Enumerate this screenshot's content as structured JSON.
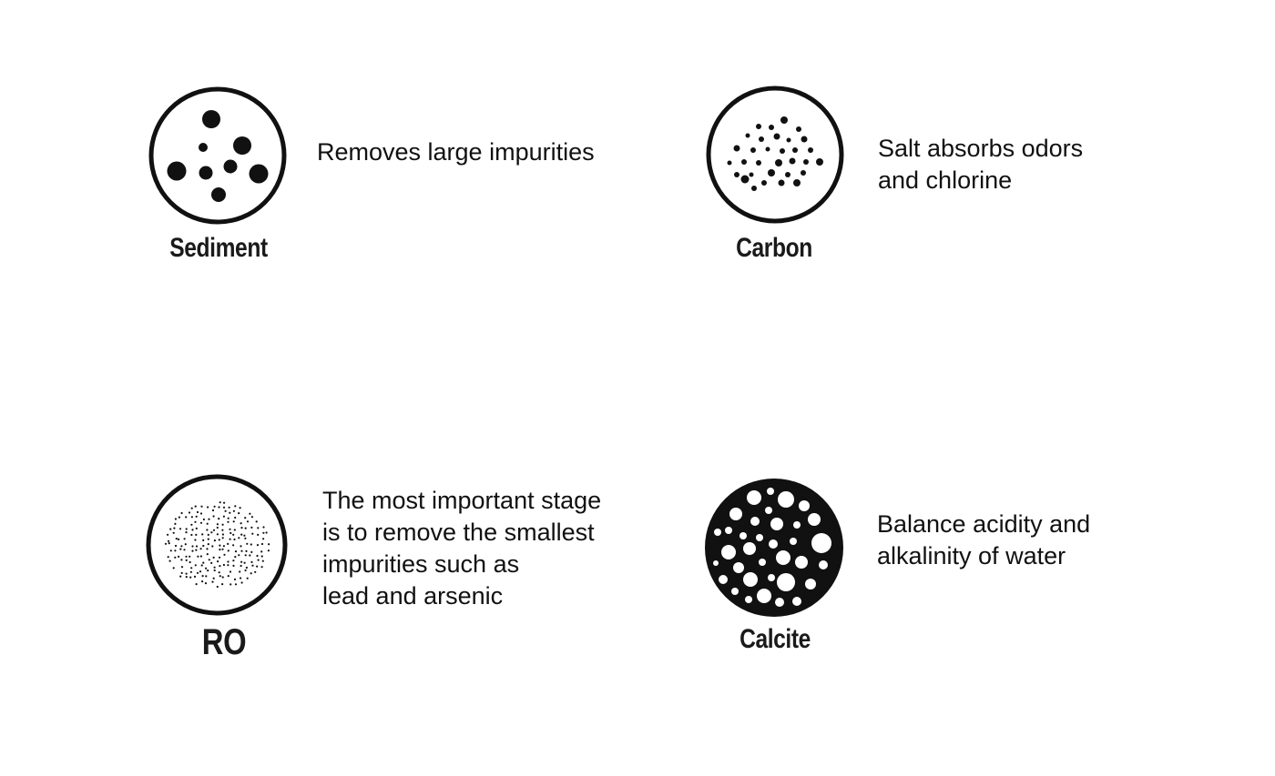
{
  "stages": {
    "sediment": {
      "name": "Sediment",
      "icon": "large-particles-icon",
      "description": [
        "Removes large impurities"
      ]
    },
    "carbon": {
      "name": "Carbon",
      "icon": "medium-particles-icon",
      "description": [
        "Salt absorbs odors",
        "and chlorine"
      ]
    },
    "ro": {
      "name": "RO",
      "icon": "fine-particles-icon",
      "description": [
        "The most important stage",
        "is to remove the smallest",
        "impurities such as",
        "lead and arsenic"
      ]
    },
    "calcite": {
      "name": "Calcite",
      "icon": "mineral-bubbles-icon",
      "description": [
        "Balance acidity and",
        "alkalinity of water"
      ]
    }
  },
  "colors": {
    "ink": "#111111",
    "background": "#ffffff"
  }
}
